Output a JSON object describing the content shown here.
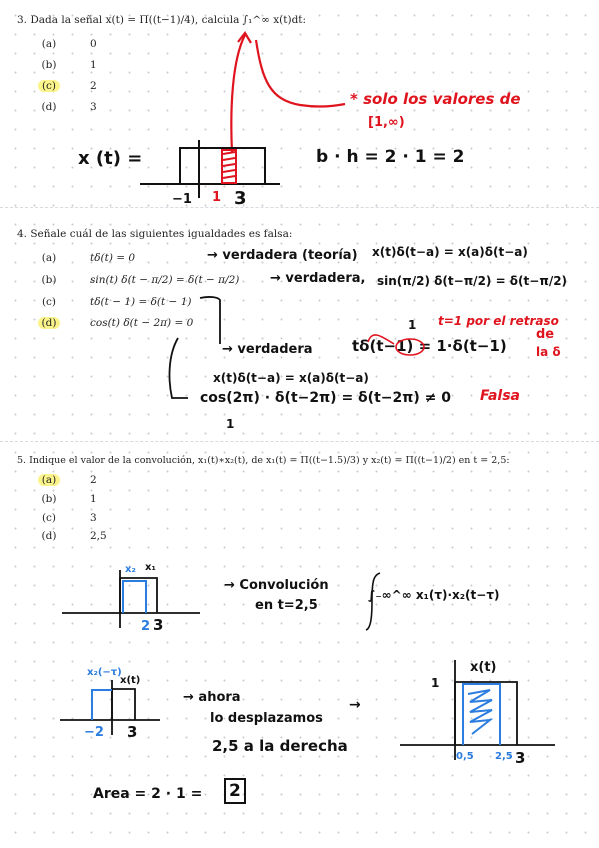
{
  "q3": {
    "title": "3. Dada la señal x(t) = Π((t−1)/4), calcula ∫₁^∞ x(t)dt:",
    "options": [
      {
        "label": "(a)",
        "value": "0"
      },
      {
        "label": "(b)",
        "value": "1"
      },
      {
        "label": "(c)",
        "value": "2",
        "highlighted": true
      },
      {
        "label": "(d)",
        "value": "3"
      }
    ],
    "notes": {
      "solo": "* solo los valores de",
      "interval": "[1,∞)",
      "x_label": "x (t) =",
      "tick_m1": "−1",
      "tick_1": "1",
      "tick_3": "3",
      "area": "b · h = 2 · 1 = 2"
    }
  },
  "q4": {
    "title": "4. Señale cuál de las siguientes igualdades es falsa:",
    "options": [
      {
        "label": "(a)",
        "value": "tδ(t) = 0"
      },
      {
        "label": "(b)",
        "value": "sin(t) δ(t − π/2) = δ(t − π/2)"
      },
      {
        "label": "(c)",
        "value": "tδ(t − 1) = δ(t − 1)"
      },
      {
        "label": "(d)",
        "value": "cos(t) δ(t − 2π) = 0",
        "highlighted": true
      }
    ],
    "notes": {
      "a": "→ verdadera (teoría)",
      "b": "→ verdadera,",
      "prop1": "x(t)δ(t−a) = x(a)δ(t−a)",
      "sin": "sin(π/2) δ(t−π/2) = δ(t−π/2)",
      "one": "1",
      "red_t1": "t=1 por el retraso",
      "red_de": "de",
      "red_la": "la δ",
      "c_true": "→ verdadera",
      "c_eq": "tδ(t−1) = 1·δ(t−1)",
      "prop2": "x(t)δ(t−a) = x(a)δ(t−a)",
      "cos": "cos(2π) · δ(t−2π) = δ(t−2π) ≠ 0",
      "falsa": "Falsa",
      "one2": "1"
    }
  },
  "q5": {
    "title": "5. Indique el valor de la convolución, x₁(t)∗x₂(t), de x₁(t) = Π((t−1.5)/3) y x₂(t) = Π((t−1)/2) en t = 2,5:",
    "options": [
      {
        "label": "(a)",
        "value": "2",
        "highlighted": true
      },
      {
        "label": "(b)",
        "value": "1"
      },
      {
        "label": "(c)",
        "value": "3"
      },
      {
        "label": "(d)",
        "value": "2,5"
      }
    ],
    "notes": {
      "x2": "x₂",
      "x1": "x₁",
      "tick_2": "2",
      "tick_3": "3",
      "conv1": "→ Convolución",
      "conv2": "en t=2,5",
      "integral": "∫₋∞^∞ x₁(τ)·x₂(t−τ)",
      "x2neg": "x₂(−τ)",
      "xt": "x(t)",
      "tick_m2": "−2",
      "tick_3b": "3",
      "ahora1": "→ ahora",
      "ahora2": "lo desplazamos",
      "ahora3": "2,5 a la derecha",
      "arrow": "→",
      "xt2": "x(t)",
      "one": "1",
      "t05": "0,5",
      "t25": "2,5",
      "t3": "3",
      "area": "Area = 2 · 1 =",
      "area_val": "2"
    }
  },
  "colors": {
    "red": "#e0141e",
    "blue": "#2b7de0",
    "highlight": "#fbf48a",
    "ink": "#111111"
  }
}
